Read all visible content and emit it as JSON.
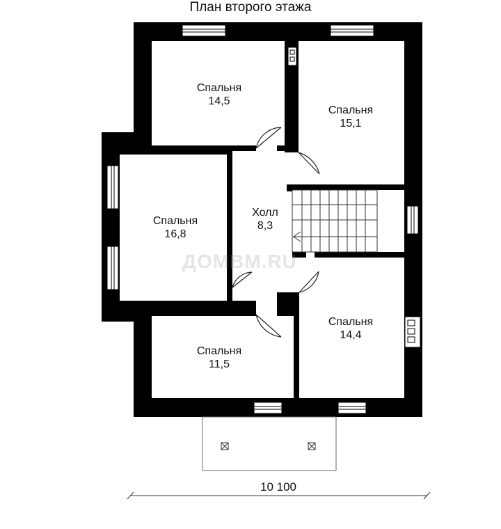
{
  "title": "План второго этажа",
  "watermark": "ДОМВМ.RU",
  "dimension": "10 100",
  "rooms": [
    {
      "name": "Спальня",
      "area": "14,5"
    },
    {
      "name": "Спальня",
      "area": "15,1"
    },
    {
      "name": "Спальня",
      "area": "16,8"
    },
    {
      "name": "Холл",
      "area": "8,3"
    },
    {
      "name": "Спальня",
      "area": "11,5"
    },
    {
      "name": "Спальня",
      "area": "14,4"
    }
  ],
  "colors": {
    "wall": "#000000",
    "background": "#ffffff",
    "lines": "#333333"
  }
}
